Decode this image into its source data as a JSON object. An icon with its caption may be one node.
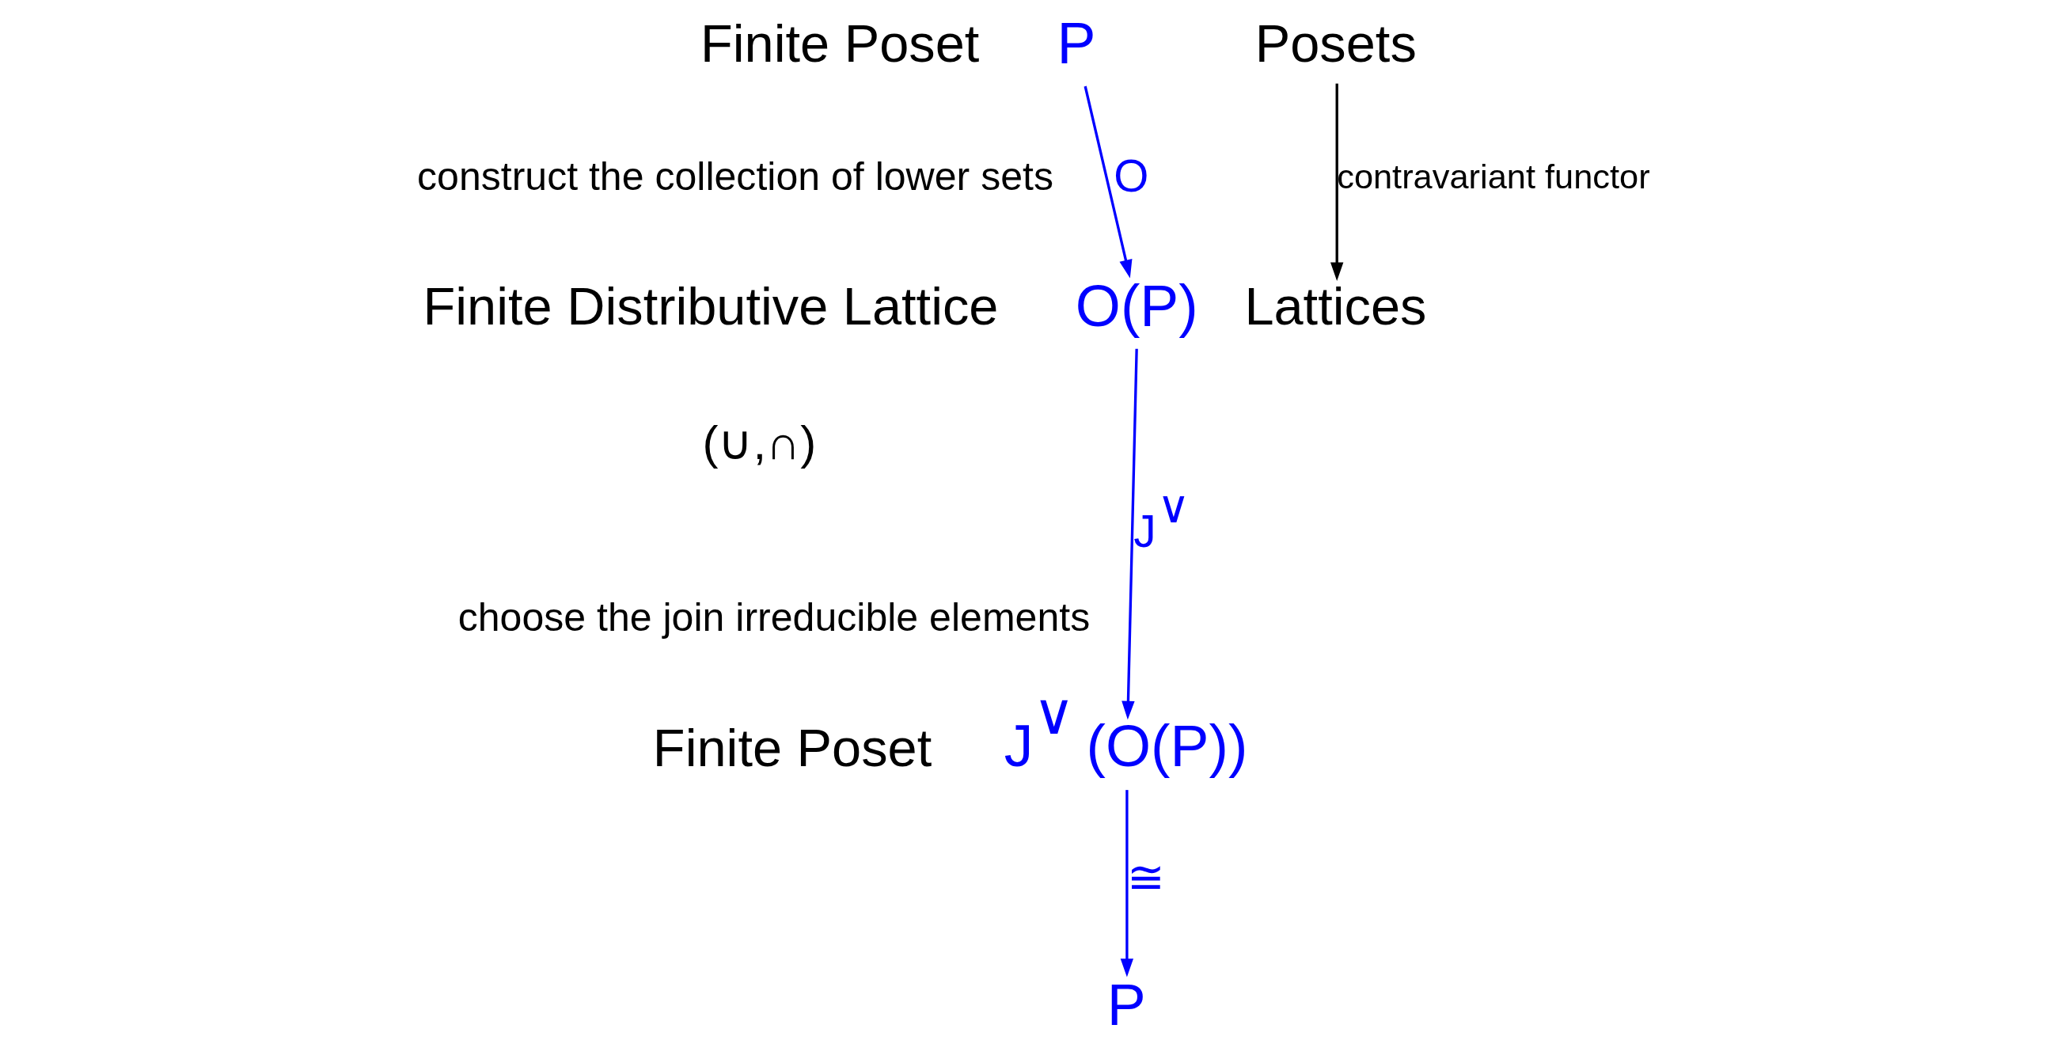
{
  "diagram": {
    "nodes": [
      {
        "text": [
          "P"
        ],
        "beside": [
          "Finite Poset"
        ]
      },
      {
        "text": [
          "O(P)"
        ],
        "beside": [
          "Finite Distributive Lattice",
          "(∪,∩)"
        ]
      },
      {
        "text": [
          "J$^{∨}$ (O(P))"
        ],
        "beside": [
          "Finite Poset"
        ]
      },
      {
        "text": [
          "P"
        ]
      },
      {
        "text": [
          "Posets"
        ]
      },
      {
        "text": [
          "Lattices"
        ]
      }
    ],
    "edges": [
      {
        "from": 0,
        "to": 1,
        "arrow": "to",
        "label": "O"
      },
      {
        "from": 1,
        "to": 2,
        "arrow": "to",
        "label": "J$^{∨}$"
      },
      {
        "from": 2,
        "to": 3,
        "arrow": "to",
        "label": "≅"
      },
      {
        "from": 4,
        "to": 5,
        "arrow": "to",
        "label": "contravariant functor",
        "color": "#000000"
      }
    ],
    "labels": [
      "construct the collection of lower sets",
      "choose the join irreducible elements"
    ]
  }
}
